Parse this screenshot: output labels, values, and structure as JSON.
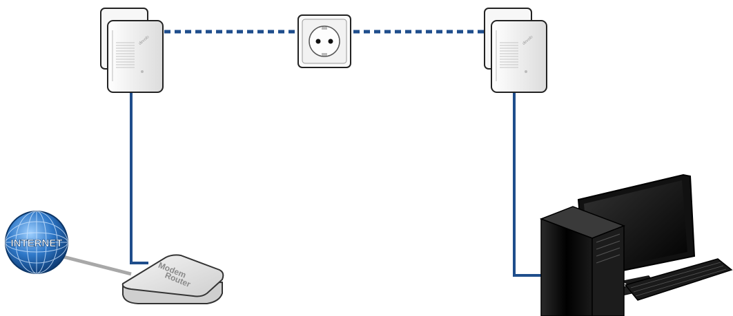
{
  "labels": {
    "internet": "INTERNET",
    "modem_line1": "Modem",
    "modem_line2": "Router",
    "brand": "devolo"
  },
  "colors": {
    "cable_blue": "#1f4e8c",
    "cable_gray": "#a8a8a8",
    "globe_blue": "#2f78c8",
    "pc_black": "#111111"
  },
  "icons": [
    "globe-icon",
    "router-icon",
    "powerline-adapter-icon",
    "wall-socket-icon",
    "desktop-pc-icon",
    "monitor-icon",
    "keyboard-icon"
  ]
}
